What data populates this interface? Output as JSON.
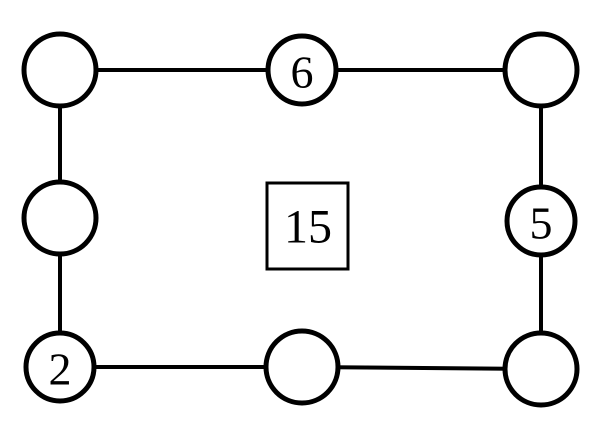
{
  "diagram": {
    "center_value": "15",
    "nodes": [
      {
        "id": "top-left",
        "label": ""
      },
      {
        "id": "top-middle",
        "label": "6"
      },
      {
        "id": "top-right",
        "label": ""
      },
      {
        "id": "middle-left",
        "label": ""
      },
      {
        "id": "middle-right",
        "label": "5"
      },
      {
        "id": "bottom-left",
        "label": "2"
      },
      {
        "id": "bottom-middle",
        "label": ""
      },
      {
        "id": "bottom-right",
        "label": ""
      }
    ],
    "edges": [
      [
        "top-left",
        "top-middle"
      ],
      [
        "top-middle",
        "top-right"
      ],
      [
        "top-left",
        "middle-left"
      ],
      [
        "middle-left",
        "bottom-left"
      ],
      [
        "top-right",
        "middle-right"
      ],
      [
        "middle-right",
        "bottom-right"
      ],
      [
        "bottom-left",
        "bottom-middle"
      ],
      [
        "bottom-middle",
        "bottom-right"
      ]
    ]
  }
}
